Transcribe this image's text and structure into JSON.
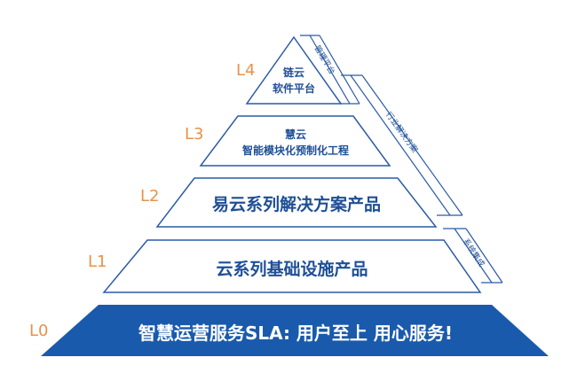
{
  "levels": [
    {
      "code": "L0",
      "title": "智慧运营服务SLA: 用户至上 用心服务!"
    },
    {
      "code": "L1",
      "title": "云系列基础设施产品"
    },
    {
      "code": "L2",
      "title": "易云系列解决方案产品"
    },
    {
      "code": "L3",
      "title_line1": "慧云",
      "title_line2": "智能模块化预制化工程"
    },
    {
      "code": "L4",
      "title_line1": "链云",
      "title_line2": "软件平台"
    }
  ],
  "side_labels": {
    "top": "管理平台",
    "middle": "行业解决方案",
    "bottom": "系统集成"
  },
  "colors": {
    "outline": "#2a5aa8",
    "text": "#1e4f96",
    "base_fill": "#1a5aac",
    "level_code": "#e8924a"
  }
}
